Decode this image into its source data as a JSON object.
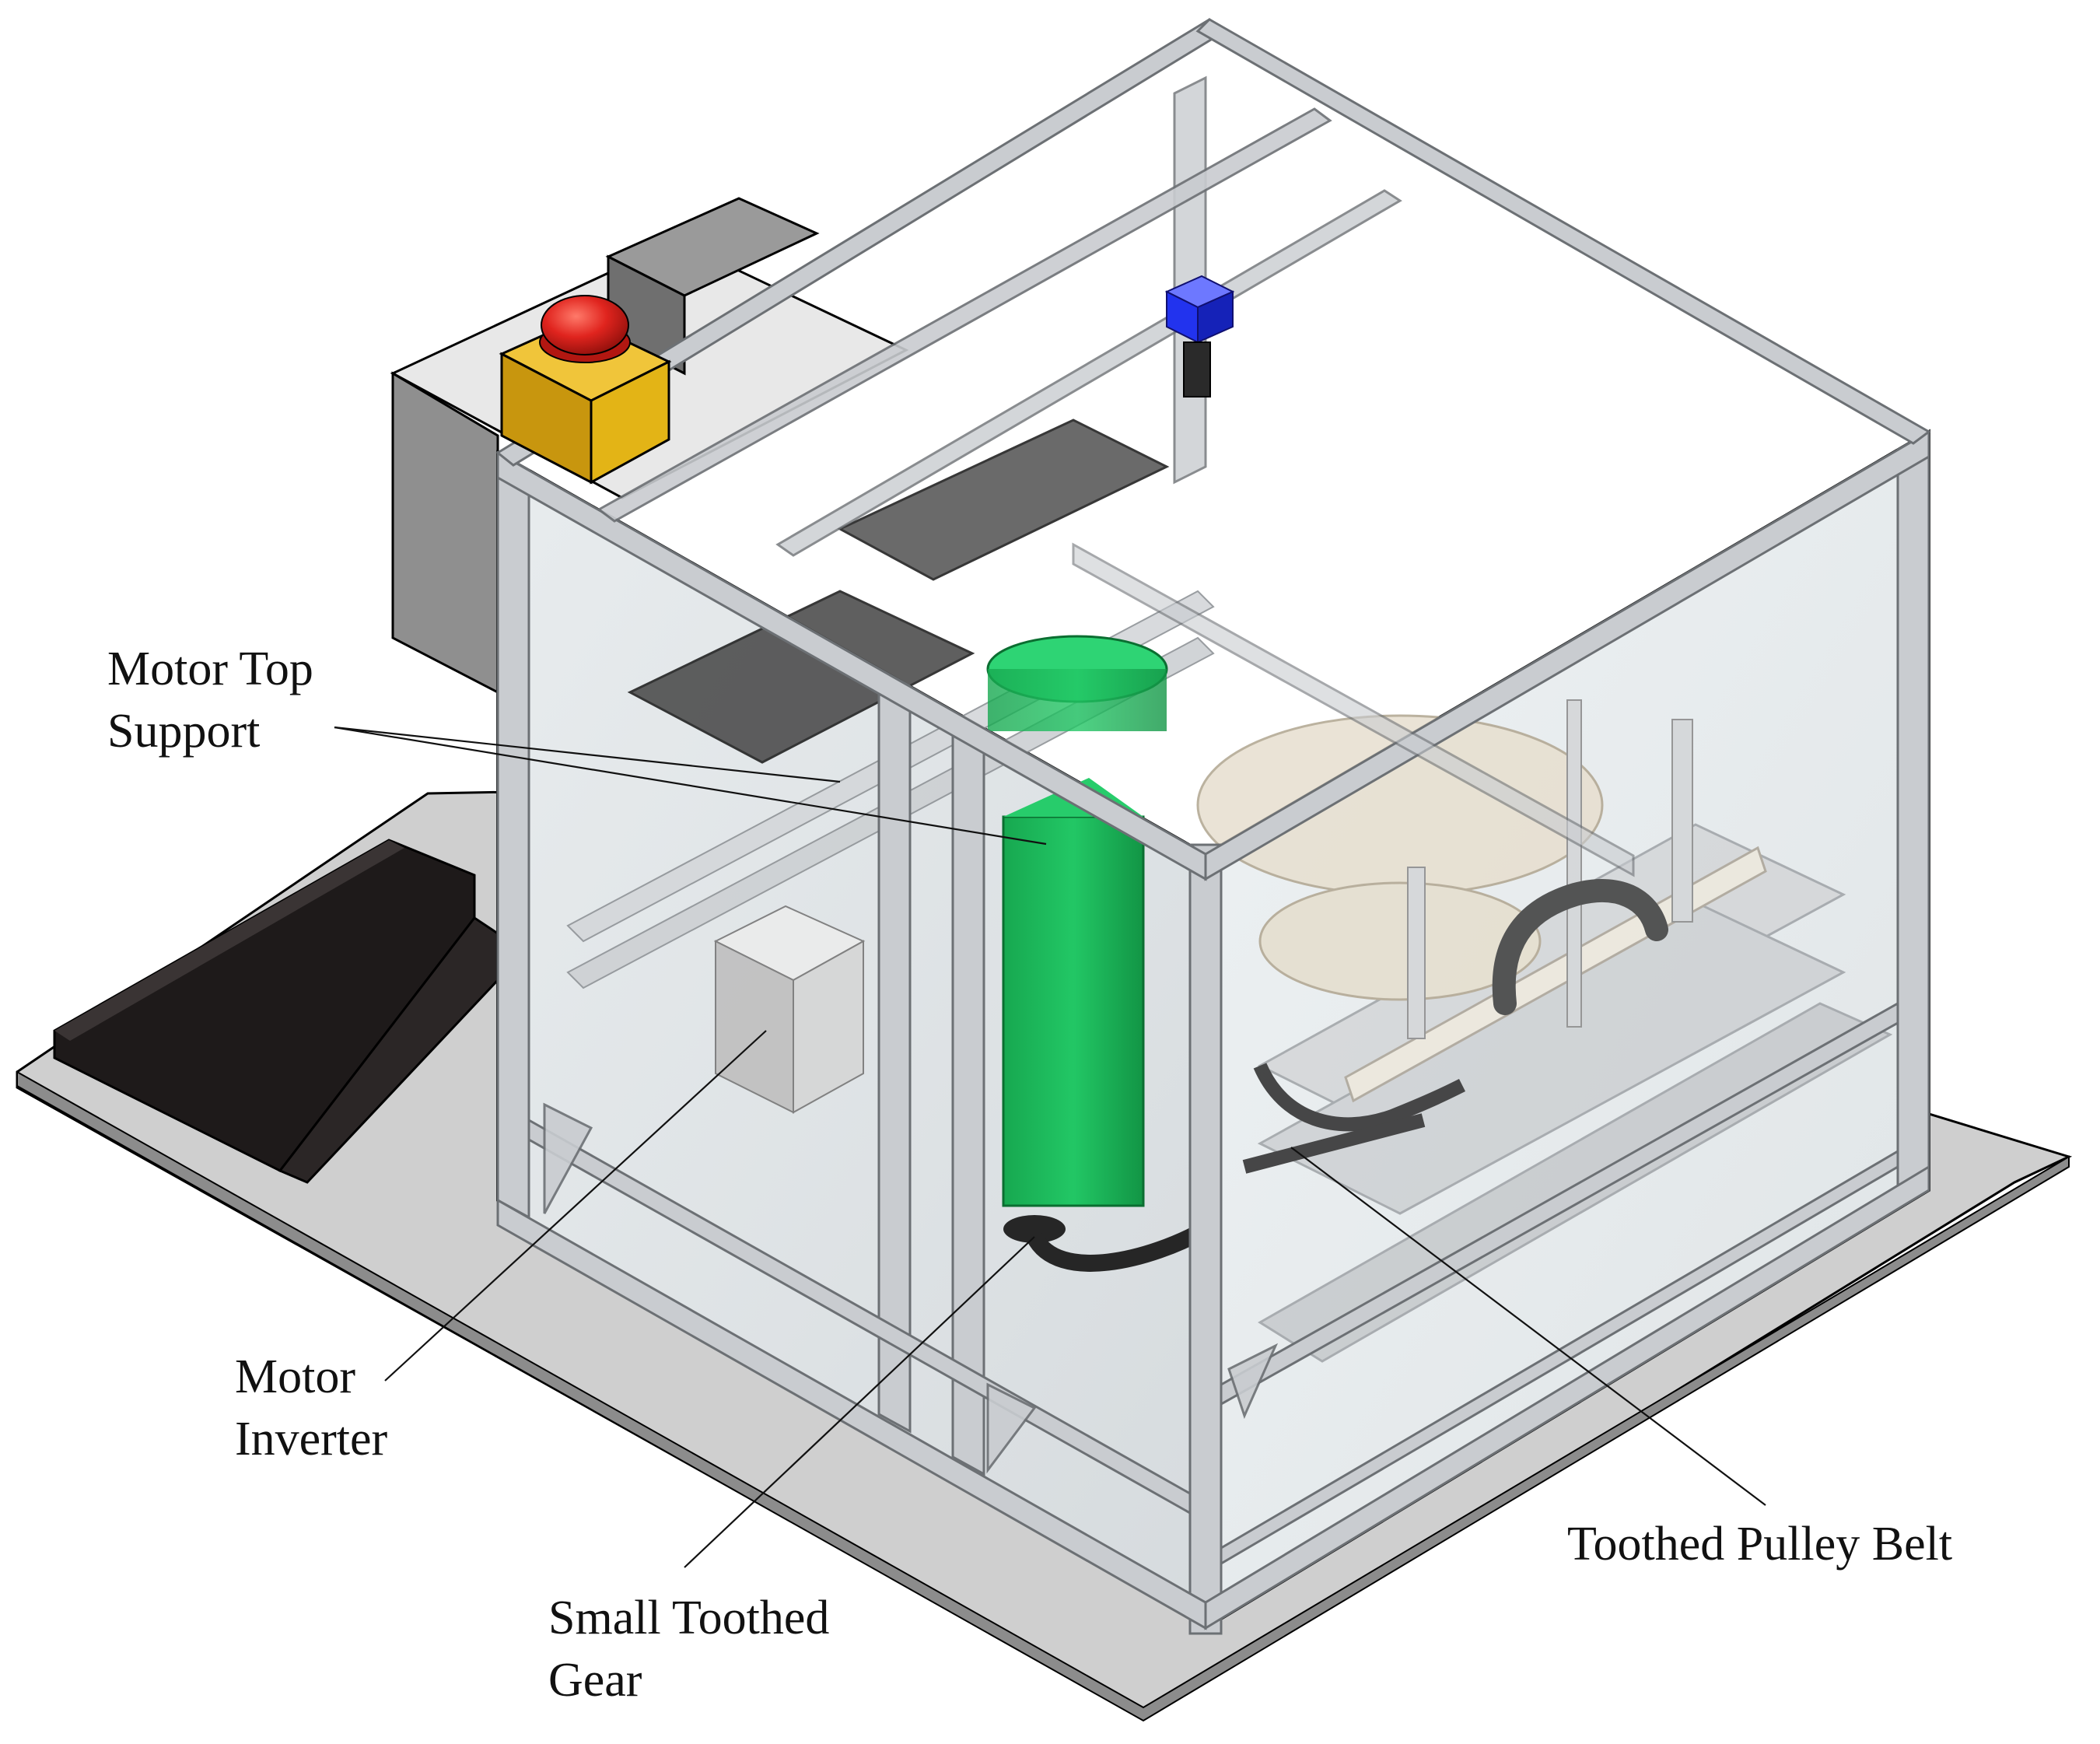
{
  "callouts": {
    "motor_top_support": [
      "Motor Top",
      "Support"
    ],
    "motor_inverter": [
      "Motor",
      "Inverter"
    ],
    "small_toothed_gear": [
      "Small Toothed",
      "Gear"
    ],
    "toothed_pulley_belt": [
      "Toothed Pulley Belt"
    ]
  },
  "colors": {
    "base_plate": "#cfcfcf",
    "aluminum_frame": "#c9ccd0",
    "glass": "#e6ecef",
    "motor": "#1fbf5f",
    "emergency_button": "#e0241e",
    "button_housing": "#e3b416",
    "sensor": "#2233ee",
    "control_box": "#8a8a8a",
    "keyboard": "#1e1a1a",
    "outline": "#000000"
  }
}
